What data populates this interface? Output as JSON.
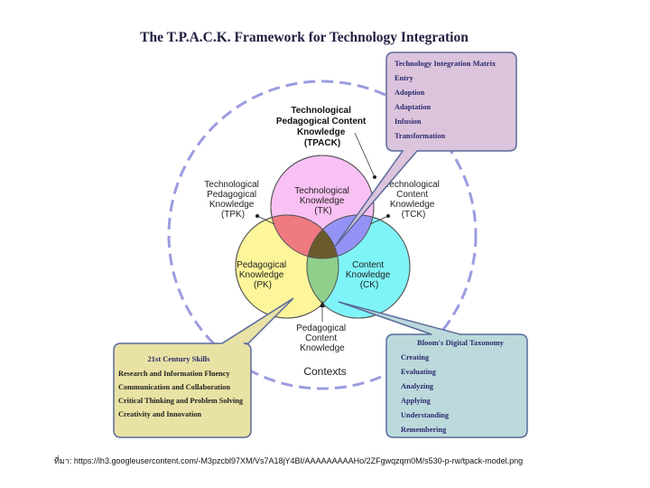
{
  "title": "The T.P.A.C.K. Framework for Technology Integration",
  "contexts_label": "Contexts",
  "circles": {
    "tk": [
      "Technological",
      "Knowledge",
      "(TK)"
    ],
    "pk": [
      "Pedagogical",
      "Knowledge",
      "(PK)"
    ],
    "ck": [
      "Content",
      "Knowledge",
      "(CK)"
    ]
  },
  "intersections": {
    "tpack": [
      "Technological",
      "Pedagogical Content",
      "Knowledge",
      "(TPACK)"
    ],
    "tpk": [
      "Technological",
      "Pedagogical",
      "Knowledge",
      "(TPK)"
    ],
    "tck": [
      "Technological",
      "Content",
      "Knowledge",
      "(TCK)"
    ],
    "pck": [
      "Pedagogical",
      "Content",
      "Knowledge"
    ]
  },
  "boxes": {
    "tim": {
      "heading": "Technology Integration Matrix",
      "items": [
        "Entry",
        "Adoption",
        "Adaptation",
        "Infusion",
        "Transformation"
      ]
    },
    "skills": {
      "heading": "21st Century Skills",
      "items": [
        "Research and Information Fluency",
        "Communication and Collaboration",
        "Critical Thinking and Problem Solving",
        "Creativity and Innovation"
      ]
    },
    "bloom": {
      "heading": "Bloom's Digital Taxonomy",
      "items": [
        "Creating",
        "Evaluating",
        "Analyzing",
        "Applying",
        "Understanding",
        "Remembering"
      ]
    }
  },
  "colors": {
    "tk": "#f9c1f3",
    "pk": "#fdf59a",
    "ck": "#7ff4f8",
    "tpk": "#f07a82",
    "tck": "#9493f5",
    "pck": "#8fcf8c",
    "tpack": "#6b5a2b",
    "contexts_ring": "#9c9ce0",
    "tim_box": "#dcc4dc",
    "skills_box": "#e8e2a4",
    "bloom_box": "#bcdadc"
  },
  "source": "ที่มา: https://lh3.googleusercontent.com/-M3pzcbl97XM/Vs7A18jY4BI/AAAAAAAAAHo/2ZFgwqzqm0M/s530-p-rw/tpack-model.png"
}
